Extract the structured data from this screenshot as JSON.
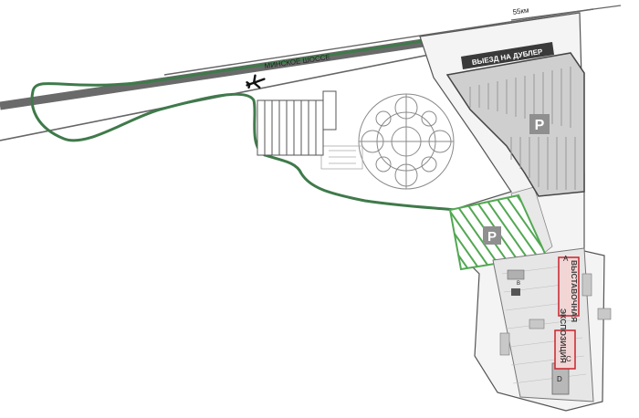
{
  "map": {
    "highway_label": "МИНСКОЕ ШОССЕ",
    "km_label": "55км",
    "exit_label": "ВЫЕЗД НА ДУБЛЕР",
    "parking_label_1": "P",
    "parking_label_2": "P",
    "expo_label_1": "ВЫСТАВОЧНАЯ",
    "expo_label_2": "ЭКСПОЗИЦИЯ",
    "letter_a": "A",
    "letter_b": "B",
    "letter_c": "C",
    "letter_d": "D",
    "icons": [
      "airplane-icon",
      "parking-icon"
    ],
    "colors": {
      "route": "#3f7a4a",
      "hatch": "#52a852",
      "parking_fill": "#cfcfcf",
      "road_dark": "#6a6a6a",
      "label_dark": "#3a3a3a",
      "expo_red": "#c8242b"
    }
  }
}
